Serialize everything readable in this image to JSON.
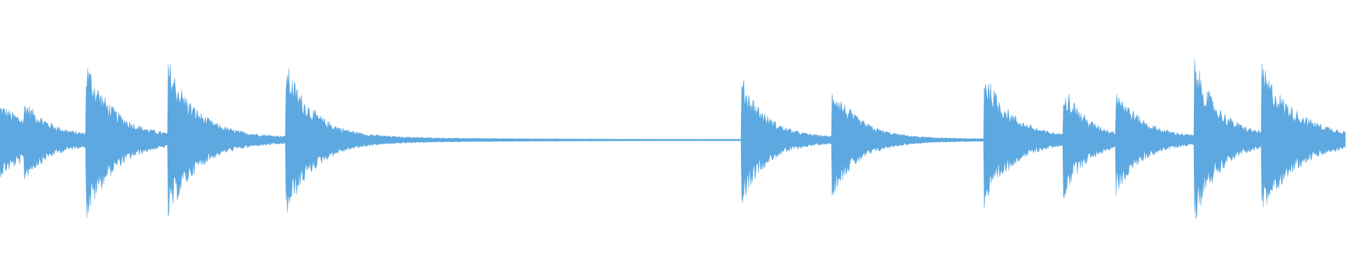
{
  "waveform": {
    "color": "#5DA8E0",
    "background": "#ffffff",
    "duration_fraction_note": "",
    "onsets": [
      {
        "t": 0.0,
        "amp": 0.35,
        "decay": 0.03,
        "floor": 0.06
      },
      {
        "t": 0.018,
        "amp": 0.42,
        "decay": 0.02,
        "floor": 0.04
      },
      {
        "t": 0.064,
        "amp": 0.85,
        "decay": 0.02,
        "floor": 0.06
      },
      {
        "t": 0.125,
        "amp": 0.85,
        "decay": 0.02,
        "floor": 0.06
      },
      {
        "t": 0.212,
        "amp": 0.85,
        "decay": 0.02,
        "floor": 0.045
      },
      {
        "t": 0.551,
        "amp": 0.68,
        "decay": 0.018,
        "floor": 0.04
      },
      {
        "t": 0.595,
        "amp": 0.1,
        "decay": 0.006,
        "floor": 0.0
      },
      {
        "t": 0.618,
        "amp": 0.62,
        "decay": 0.02,
        "floor": 0.02
      },
      {
        "t": 0.731,
        "amp": 0.75,
        "decay": 0.02,
        "floor": 0.04
      },
      {
        "t": 0.79,
        "amp": 0.62,
        "decay": 0.016,
        "floor": 0.05
      },
      {
        "t": 0.829,
        "amp": 0.58,
        "decay": 0.018,
        "floor": 0.05
      },
      {
        "t": 0.887,
        "amp": 0.88,
        "decay": 0.018,
        "floor": 0.06
      },
      {
        "t": 0.937,
        "amp": 0.8,
        "decay": 0.025,
        "floor": 0.06
      }
    ]
  }
}
